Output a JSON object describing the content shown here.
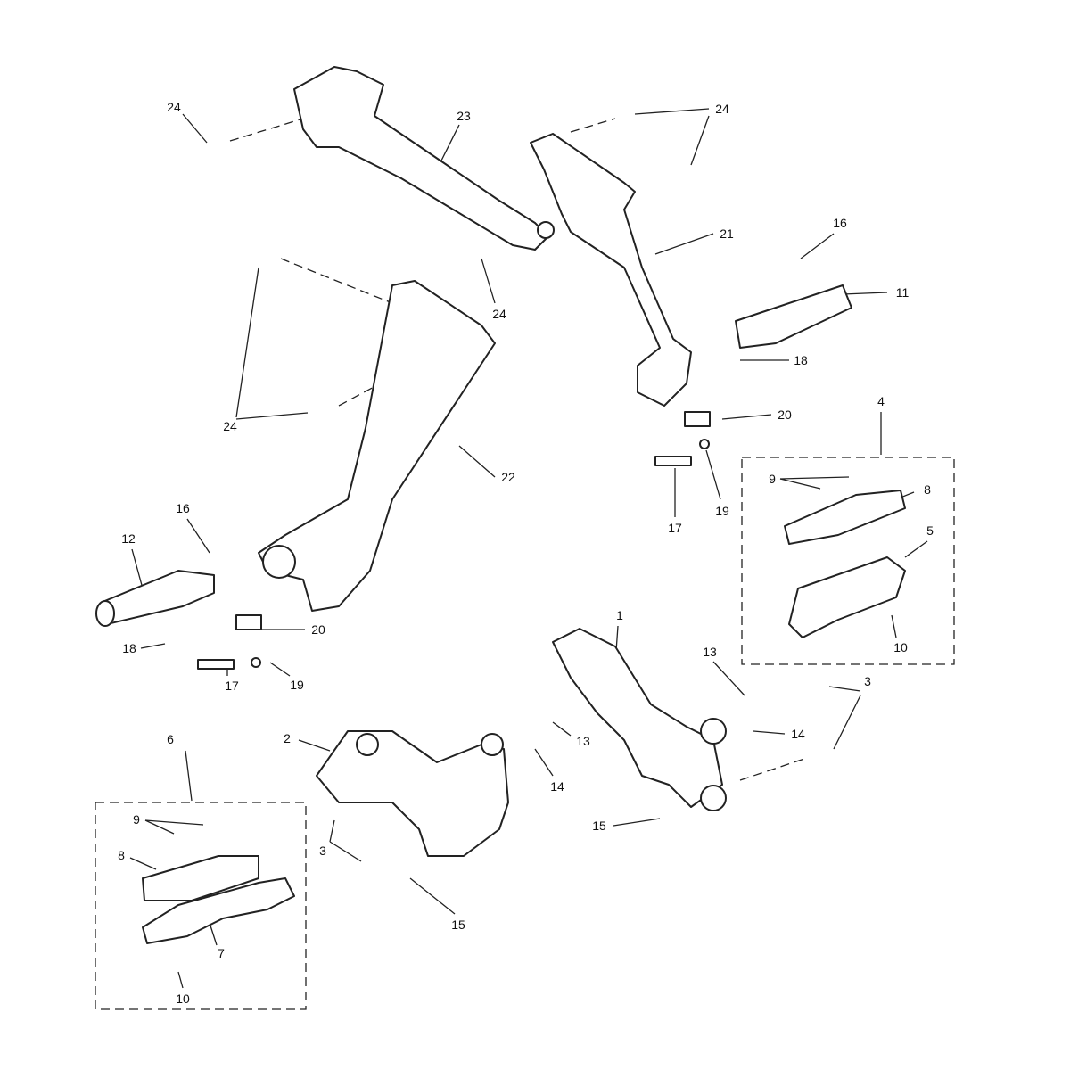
{
  "diagram": {
    "title": "Footrest assembly exploded view",
    "callouts": [
      "24",
      "23",
      "24",
      "21",
      "16",
      "11",
      "24",
      "24",
      "18",
      "20",
      "22",
      "4",
      "9",
      "8",
      "17",
      "19",
      "5",
      "16",
      "12",
      "20",
      "18",
      "1",
      "10",
      "13",
      "3",
      "19",
      "17",
      "6",
      "2",
      "14",
      "13",
      "14",
      "9",
      "3",
      "15",
      "8",
      "15",
      "7",
      "10"
    ]
  }
}
